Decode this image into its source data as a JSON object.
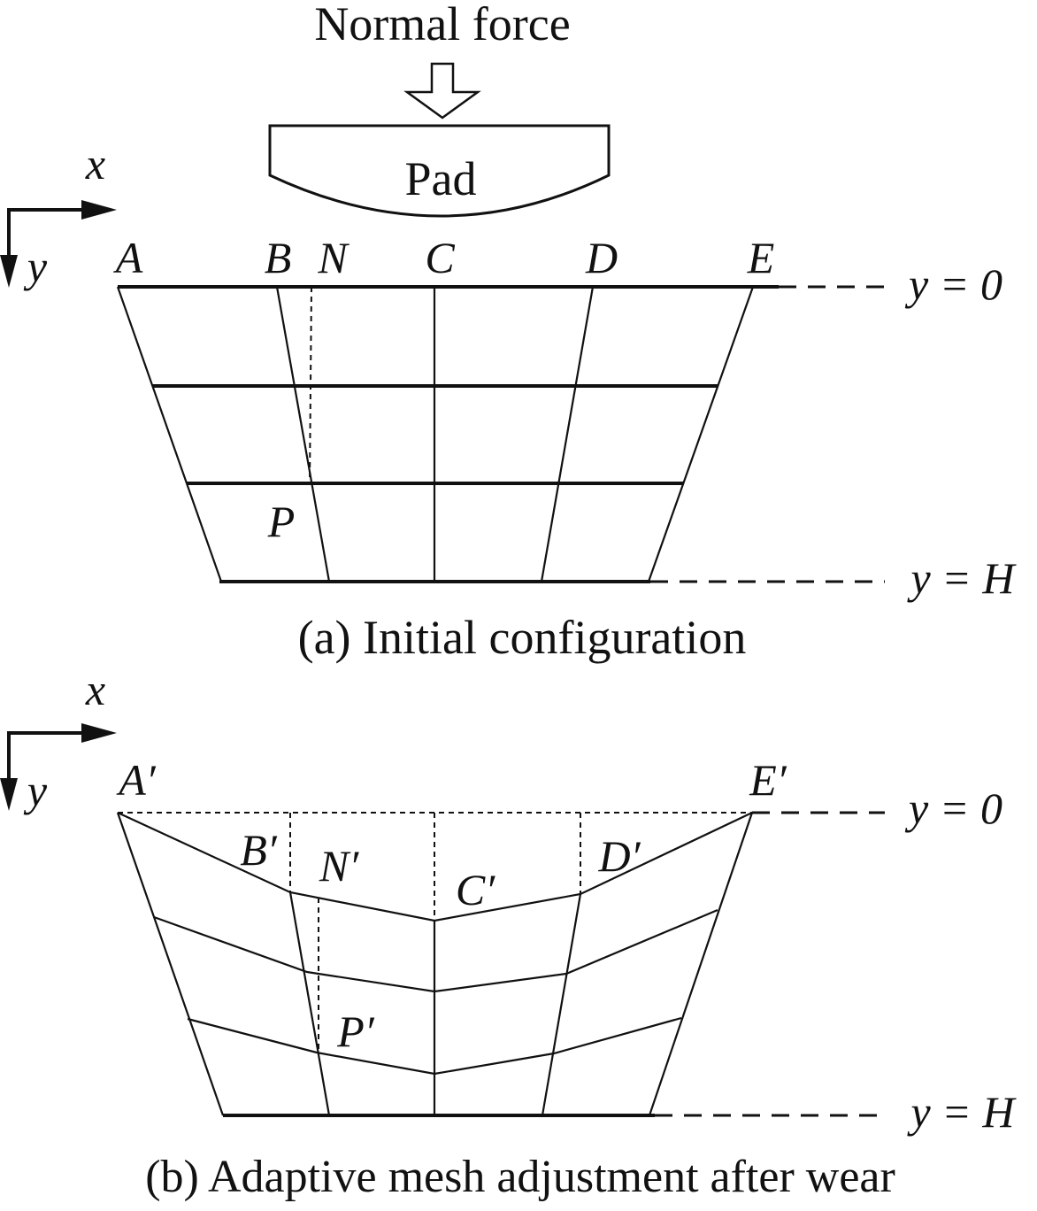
{
  "panel_a": {
    "force_label": "Normal force",
    "pad_label": "Pad",
    "axis_x": "x",
    "axis_y": "y",
    "points": {
      "A": "A",
      "B": "B",
      "N": "N",
      "C": "C",
      "D": "D",
      "E": "E",
      "P": "P"
    },
    "y_top": "y = 0",
    "y_bottom": "y = H",
    "caption": "(a) Initial configuration"
  },
  "panel_b": {
    "axis_x": "x",
    "axis_y": "y",
    "points": {
      "A": "A′",
      "B": "B′",
      "N": "N′",
      "C": "C′",
      "D": "D′",
      "E": "E′",
      "P": "P′"
    },
    "y_top": "y = 0",
    "y_bottom": "y = H",
    "caption": "(b) Adaptive mesh adjustment after wear"
  }
}
